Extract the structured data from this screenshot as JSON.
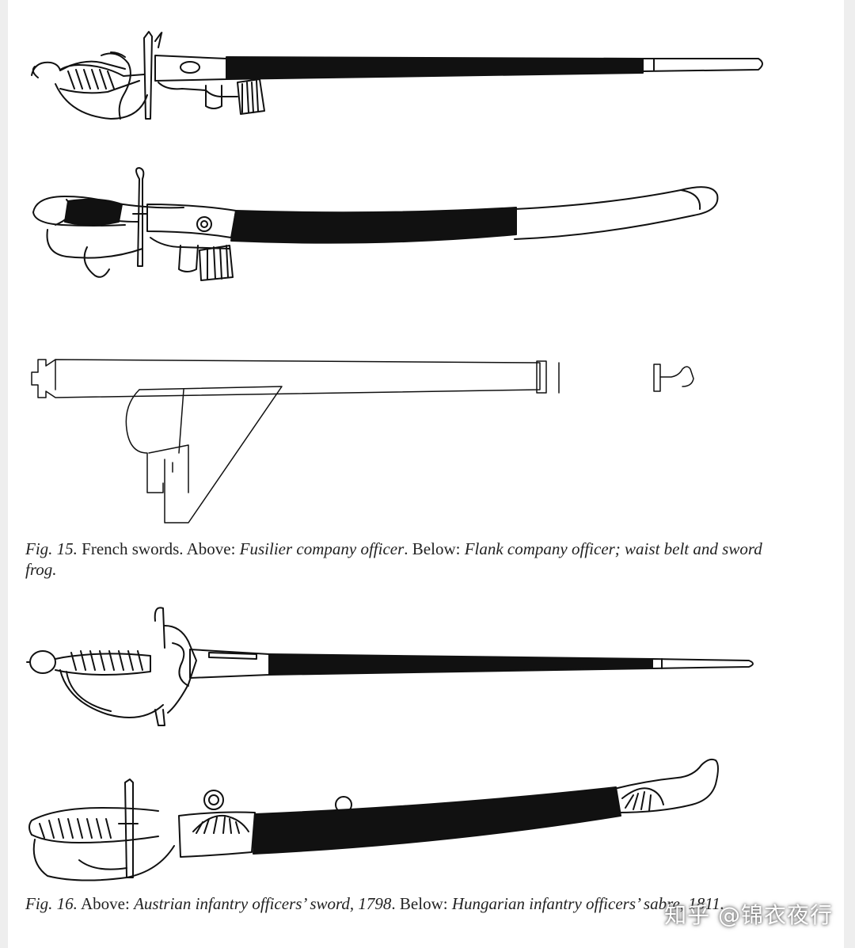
{
  "figures": [
    {
      "id": "fig15",
      "parts": [
        {
          "text": "Fig. 15.",
          "italic": true
        },
        {
          "text": "   French swords. Above: ",
          "italic": false
        },
        {
          "text": "Fusilier company officer",
          "italic": true
        },
        {
          "text": ". Below: ",
          "italic": false
        },
        {
          "text": "Flank company officer; waist belt and sword frog.",
          "italic": true
        }
      ]
    },
    {
      "id": "fig16",
      "parts": [
        {
          "text": "Fig. 16.",
          "italic": true
        },
        {
          "text": "   Above: ",
          "italic": false
        },
        {
          "text": "Austrian infantry officers’ sword, 1798",
          "italic": true
        },
        {
          "text": ". Below: ",
          "italic": false
        },
        {
          "text": "Hungarian infantry officers’ sabre, 1811.",
          "italic": true
        }
      ]
    }
  ],
  "watermark": "知乎 @锦衣夜行",
  "colors": {
    "ink": "#111111",
    "paper": "#ffffff",
    "edge": "#eeeeee"
  }
}
